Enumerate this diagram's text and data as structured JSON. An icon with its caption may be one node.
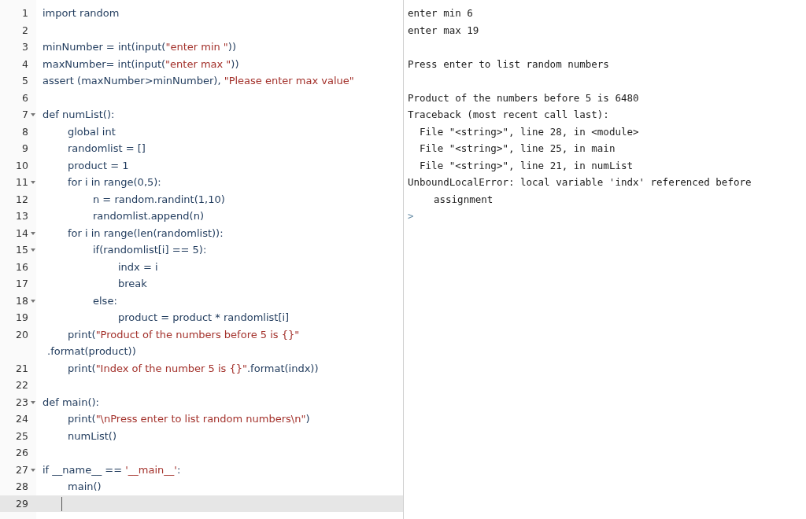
{
  "diagram": {
    "labels": [
      "1",
      "import random",
      "2",
      "3",
      "minNumber = int(input(\"enter min \"))",
      "4",
      "maxNumber= int(input(\"enter max \"))",
      "5",
      "assert (maxNumber>minNumber), \"Please enter max value\"",
      "6",
      "7",
      "def numList():",
      "8",
      "    global int",
      "9",
      "    randomlist = []",
      "10",
      "    product = 1",
      "11",
      "    for i in range(0,5):",
      "12",
      "        n = random.randint(1,10)",
      "13",
      "        randomlist.append(n)",
      "14",
      "    for i in range(len(randomlist)):",
      "15",
      "        if(randomlist[i] == 5):",
      "16",
      "            indx = i",
      "17",
      "            break",
      "18",
      "        else:",
      "19",
      "            product = product * randomlist[i]",
      "20",
      "    print(\"Product of the numbers before 5 is {}\" .format(product))",
      "21",
      "    print(\"Index of the number 5 is {}\".format(indx))",
      "22",
      "23",
      "def main():",
      "24",
      "    print(\"\\nPress enter to list random numbers\\n\")",
      "25",
      "    numList()",
      "26",
      "27",
      "if __name__ == '__main__':",
      "28",
      "    main()",
      "29",
      "enter min 6",
      "enter max 19",
      "Press enter to list random numbers",
      "Product of the numbers before 5 is 6480",
      "Traceback (most recent call last):",
      "  File \"<string>\", line 28, in <module>",
      "  File \"<string>\", line 25, in main",
      "  File \"<string>\", line 21, in numList",
      "UnboundLocalError: local variable 'indx' referenced before assignment",
      ">"
    ]
  }
}
